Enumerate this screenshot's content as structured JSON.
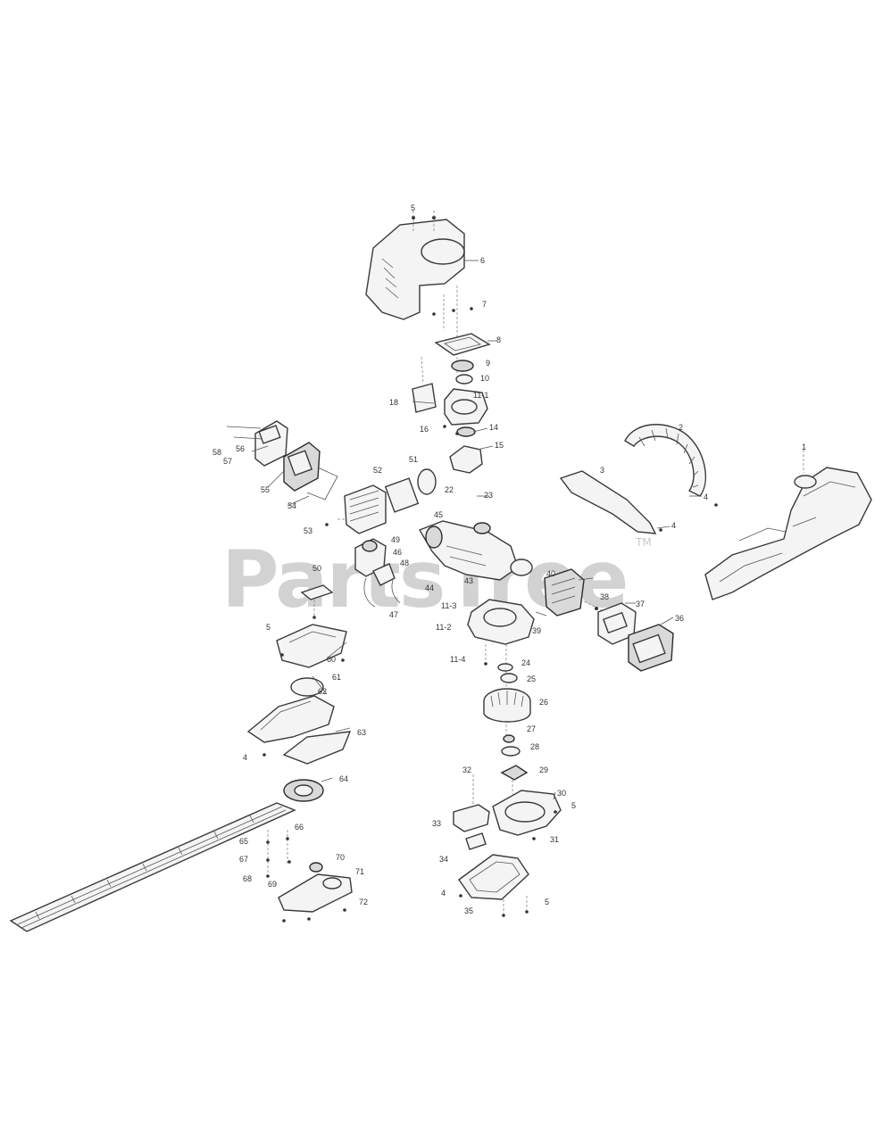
{
  "watermark": {
    "text": "PartsTree",
    "tm": "TM"
  },
  "callouts": {
    "c5a": "5",
    "c6": "6",
    "c7": "7",
    "c8": "8",
    "c9": "9",
    "c10": "10",
    "c11_1": "11-1",
    "c14": "14",
    "c15": "15",
    "c16": "16",
    "c18": "18",
    "c22": "22",
    "c23": "23",
    "c44": "44",
    "c43": "43",
    "c45": "45",
    "c46": "46",
    "c47": "47",
    "c48": "48",
    "c49": "49",
    "c50": "50",
    "c51": "51",
    "c52": "52",
    "c53": "53",
    "c54": "54",
    "c55": "55",
    "c56": "56",
    "c57": "57",
    "c58": "58",
    "c1": "1",
    "c2": "2",
    "c3": "3",
    "c4a": "4",
    "c4b": "4",
    "c40": "40",
    "c39": "39",
    "c38": "38",
    "c37": "37",
    "c36": "36",
    "c11_3": "11-3",
    "c11_2": "11-2",
    "c11_4": "11-4",
    "c24": "24",
    "c25": "25",
    "c26": "26",
    "c27": "27",
    "c28": "28",
    "c29": "29",
    "c30": "30",
    "c31": "31",
    "c32": "32",
    "c33": "33",
    "c34": "34",
    "c35": "35",
    "c5b": "5",
    "c5c": "5",
    "c5d": "5",
    "c60": "60",
    "c61": "61",
    "c62": "62",
    "c63": "63",
    "c64": "64",
    "c65": "65",
    "c66": "66",
    "c67": "67",
    "c68": "68",
    "c69": "69",
    "c70": "70",
    "c71": "71",
    "c72": "72",
    "c4c": "4",
    "c4d": "4"
  }
}
